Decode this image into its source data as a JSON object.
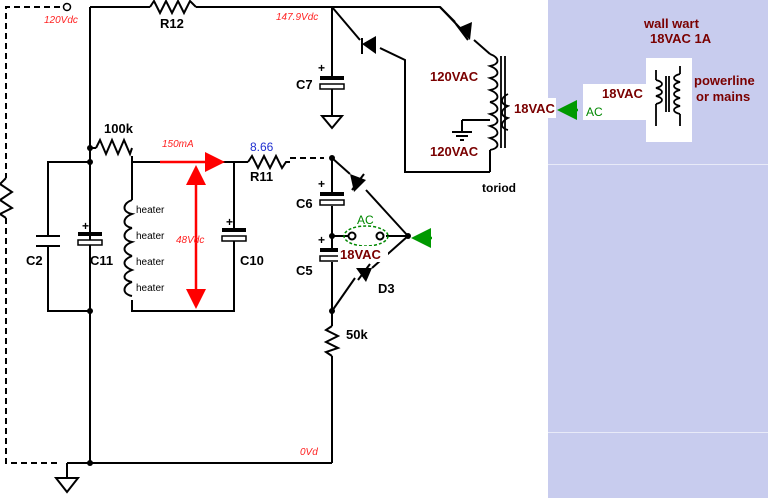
{
  "voltages": {
    "v120": "120Vdc",
    "v147": "147.9Vdc",
    "v48": "48Vdc",
    "v0": "0Vd",
    "current": "150mA"
  },
  "components": {
    "r12": "R12",
    "r11": "R11",
    "r11_value": "8.66",
    "r100k": "100k",
    "r50k": "50k",
    "c2": "C2",
    "c11": "C11",
    "c10": "C10",
    "c7": "C7",
    "c6": "C6",
    "c5": "C5",
    "d3": "D3",
    "heaters": [
      "heater",
      "heater",
      "heater",
      "heater"
    ],
    "toroid": "toriod"
  },
  "ac_labels": {
    "vac120_top": "120VAC",
    "vac120_bottom": "120VAC",
    "vac18_secondary": "18VAC",
    "vac18_center": "18VAC",
    "vac18_wart": "18VAC",
    "ac_center": "AC",
    "ac_right": "AC"
  },
  "wall_wart": {
    "line1": "wall wart",
    "line2": "18VAC 1A",
    "powerline1": "powerline",
    "powerline2": "or mains"
  },
  "colors": {
    "wire": "#000000",
    "voltage_text": "#ff2222",
    "current_arrow": "#ff0000",
    "ac_arrow": "#009900",
    "ac_text": "#008800",
    "transformer_label": "#7a0000",
    "resistor_value": "#1f2fd0",
    "right_panel": "#c8ccee"
  }
}
